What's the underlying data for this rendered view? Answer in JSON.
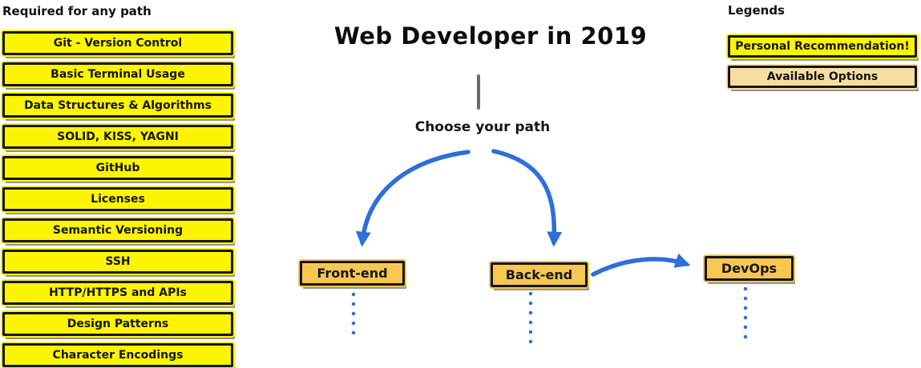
{
  "title": "Web Developer in 2019",
  "choose_path_label": "Choose your path",
  "required": {
    "header": "Required for any path",
    "items": [
      "Git - Version Control",
      "Basic Terminal Usage",
      "Data Structures & Algorithms",
      "SOLID, KISS, YAGNI",
      "GitHub",
      "Licenses",
      "Semantic Versioning",
      "SSH",
      "HTTP/HTTPS and APIs",
      "Design Patterns",
      "Character Encodings"
    ]
  },
  "legends": {
    "header": "Legends",
    "personal_recommendation": "Personal Recommendation!",
    "available_options": "Available Options"
  },
  "paths": {
    "frontend": "Front-end",
    "backend": "Back-end",
    "devops": "DevOps"
  },
  "colors": {
    "yellow": "#FCF400",
    "amber": "#F7C750",
    "tan": "#F8DDA0",
    "blue": "#2D6FDB",
    "gray": "#6B6B6B",
    "ink": "#151515"
  }
}
